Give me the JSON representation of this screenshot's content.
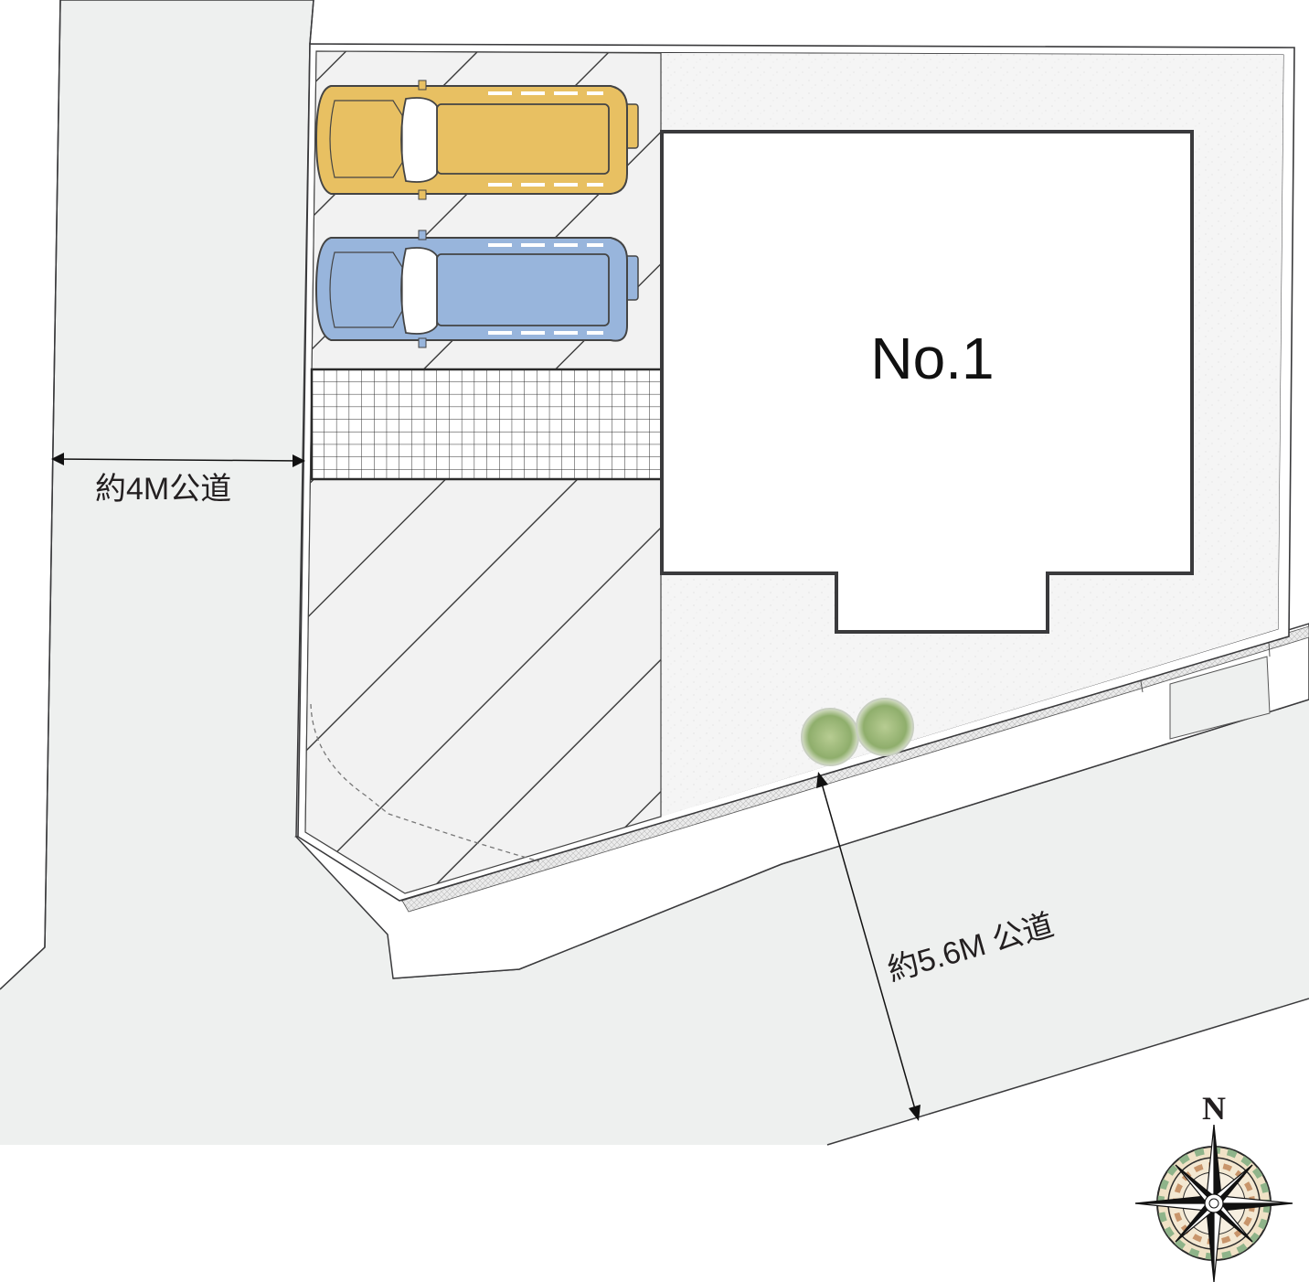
{
  "lot": {
    "house_label": "No.1"
  },
  "roads": {
    "west_label": "約4M公道",
    "south_label": "約5.6M 公道"
  },
  "compass": {
    "north_label": "N"
  },
  "colors": {
    "road": "#eef0ef",
    "parking": "#f2f2f2",
    "yard": "#f4f4f4",
    "car_yellow": "#e8c062",
    "car_blue": "#98b5dc",
    "outline": "#3a3a3c",
    "tree": "#93b070"
  },
  "icons": {
    "parking_car": "car-icon",
    "tree": "tree-icon",
    "compass": "compass-rose-icon"
  }
}
